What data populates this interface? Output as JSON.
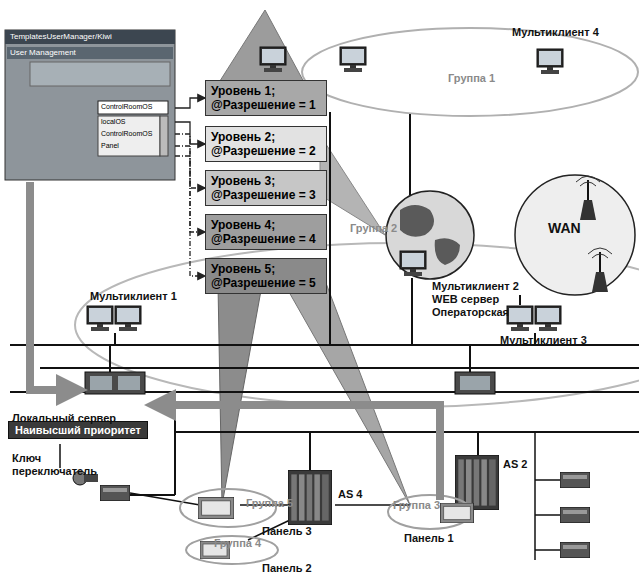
{
  "diagram": {
    "nodes": [
      {
        "text": [
          "TemplatesUserManager/Kiwi",
          "User Management",
          "ControlRoomOS",
          "localOS",
          "ControlRoomOS",
          "Panel"
        ]
      },
      {
        "text": [
          "Уровень 1; @Разрешение = 1"
        ]
      },
      {
        "text": [
          "Уровень 2; @Разрешение = 2"
        ]
      },
      {
        "text": [
          "Уровень 3; @Разрешение = 3"
        ]
      },
      {
        "text": [
          "Уровень 4; @Разрешение = 4"
        ]
      },
      {
        "text": [
          "Уровень 5; @Разрешение = 5"
        ]
      },
      {
        "text": [
          "Наивысший приоритет"
        ]
      }
    ],
    "edges": [
      {
        "from": 0,
        "to": 1,
        "arrow": "to"
      },
      {
        "from": 0,
        "to": 2,
        "arrow": "to"
      },
      {
        "from": 0,
        "to": 3,
        "arrow": "to"
      },
      {
        "from": 0,
        "to": 4,
        "arrow": "to"
      },
      {
        "from": 0,
        "to": 5,
        "arrow": "to"
      }
    ],
    "labels": [
      "Мультиклиент 4",
      "Группа 1",
      "WAN",
      "Группа 2",
      "Мультиклиент 2 WEB сервер Операторская",
      "Мультиклиент 3",
      "Мультиклиент 1",
      "Локальный сервер",
      "Ключ переключатель",
      "Группа 5",
      "Группа 3",
      "AS 4",
      "AS 2",
      "Панель 1",
      "Панель 3",
      "Группа 4",
      "Панель 2"
    ]
  }
}
